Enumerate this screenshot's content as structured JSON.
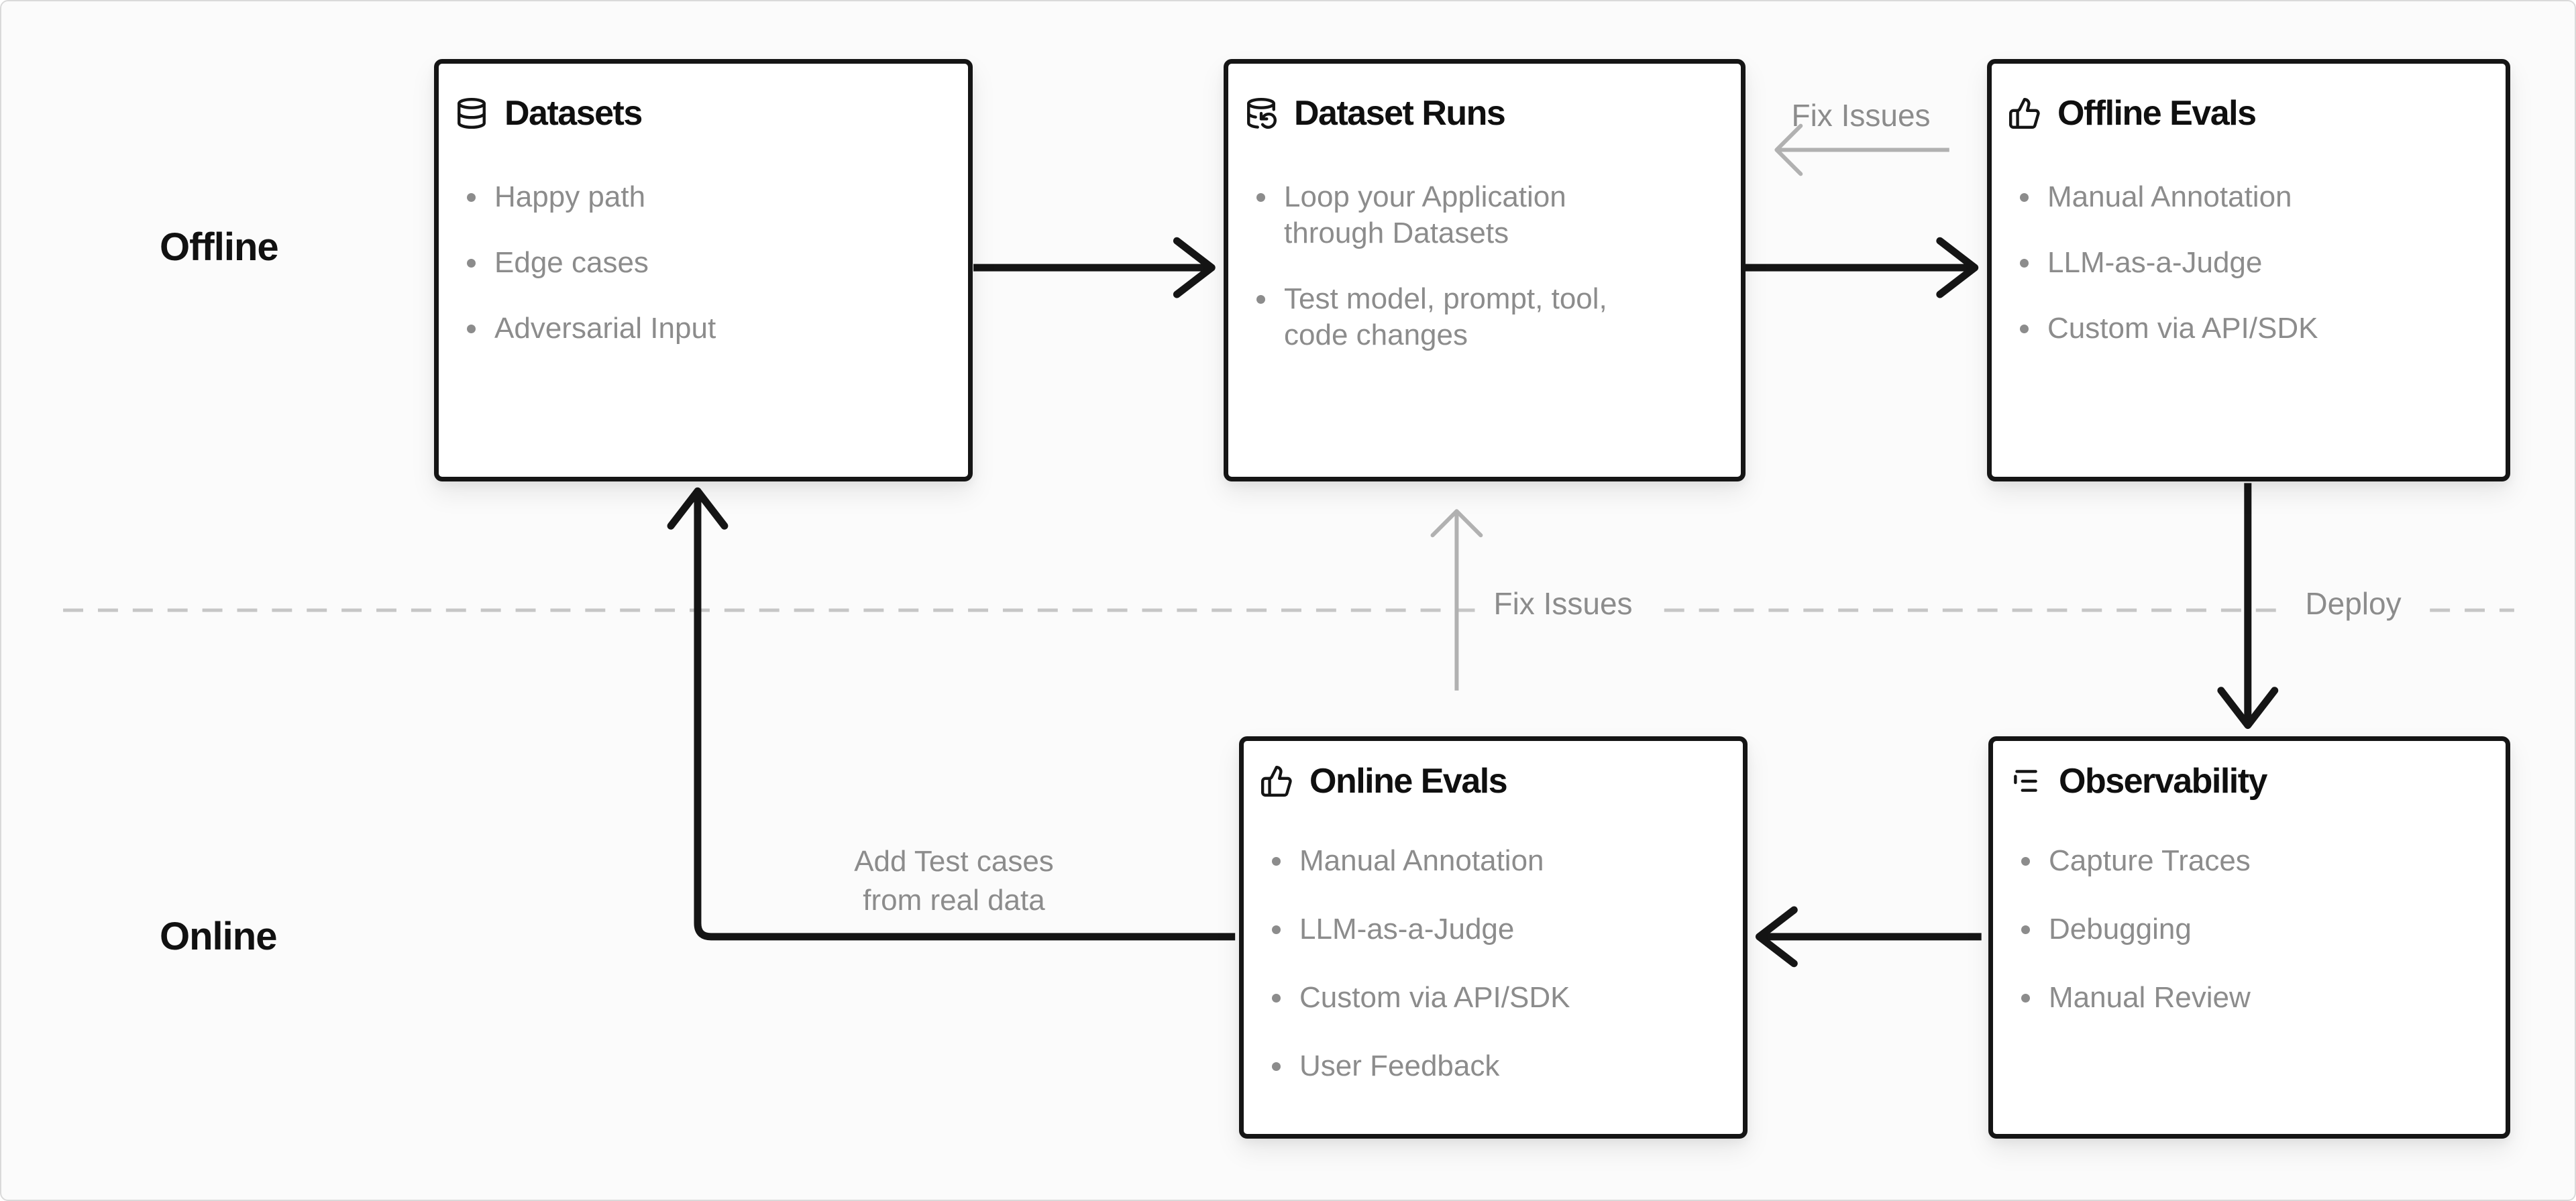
{
  "diagram": {
    "lanes": [
      {
        "label": "Offline"
      },
      {
        "label": "Online"
      }
    ],
    "boxes": [
      {
        "id": "datasets",
        "icon": "database-icon",
        "title": "Datasets",
        "items": [
          "Happy path",
          "Edge cases",
          "Adversarial Input"
        ]
      },
      {
        "id": "dataset-runs",
        "icon": "database-backup-icon",
        "title": "Dataset Runs",
        "items": [
          "Loop your Application through Datasets",
          "Test model, prompt, tool, code changes"
        ]
      },
      {
        "id": "offline-evals",
        "icon": "thumbs-up-icon",
        "title": "Offline Evals",
        "items": [
          "Manual Annotation",
          "LLM-as-a-Judge",
          "Custom via API/SDK"
        ]
      },
      {
        "id": "online-evals",
        "icon": "thumbs-up-icon",
        "title": "Online Evals",
        "items": [
          "Manual Annotation",
          "LLM-as-a-Judge",
          "Custom via API/SDK",
          "User Feedback"
        ]
      },
      {
        "id": "observability",
        "icon": "list-tree-icon",
        "title": "Observability",
        "items": [
          "Capture Traces",
          "Debugging",
          "Manual Review"
        ]
      }
    ],
    "edge_labels": {
      "fix_issues_top": "Fix Issues",
      "fix_issues_mid": "Fix Issues",
      "deploy": "Deploy",
      "add_test_cases_line1": "Add Test cases",
      "add_test_cases_line2": "from real data"
    },
    "colors": {
      "background": "#fbfbfb",
      "box_fill": "#ffffff",
      "box_border": "#151515",
      "title_text": "#0f0f0f",
      "muted_text": "#8c8c8c",
      "arrow_black": "#151515",
      "arrow_gray": "#b1b1b1",
      "dashed_divider": "#c6c6c6"
    }
  }
}
